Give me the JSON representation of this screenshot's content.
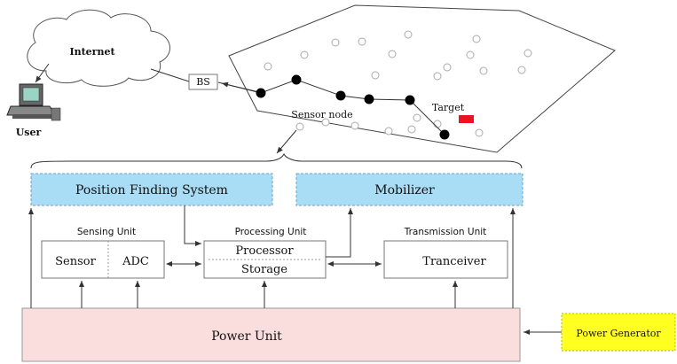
{
  "network": {
    "internet_label": "Internet",
    "bs_label": "BS",
    "user_label": "User",
    "sensor_node_label": "Sensor node",
    "target_label": "Target",
    "target_color": "#e8141e"
  },
  "architecture": {
    "position_finding_label": "Position Finding System",
    "mobilizer_label": "Mobilizer",
    "sensing_unit_title": "Sensing Unit",
    "processing_unit_title": "Processing Unit",
    "transmission_unit_title": "Transmission Unit",
    "sensor_label": "Sensor",
    "adc_label": "ADC",
    "processor_label": "Processor",
    "storage_label": "Storage",
    "transceiver_label": "Tranceiver",
    "power_unit_label": "Power Unit",
    "power_generator_label": "Power Generator"
  },
  "colors": {
    "blue_box": "#a9dcf5",
    "power_unit": "#fadedd",
    "power_generator": "#ffff22"
  }
}
